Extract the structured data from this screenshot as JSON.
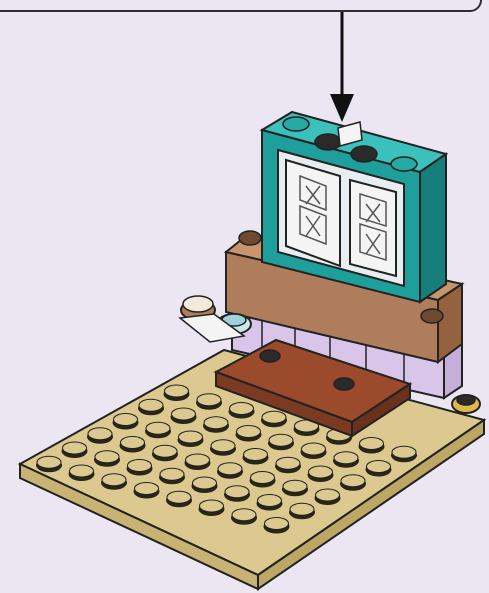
{
  "diagram": {
    "type": "building-instruction-step",
    "background_color": "#ece6f3",
    "callout": {
      "present": true,
      "border_color": "#2e2e2e"
    },
    "arrow": {
      "color": "#111111",
      "direction": "down"
    },
    "model": {
      "baseplate": {
        "color": "#dcc98f",
        "studs_per_side": 8
      },
      "colors": {
        "frame": "#1f9f9b",
        "window_pane": "#f4f4f4",
        "brown_brick": "#b07d5c",
        "tile": "#9c4a2c",
        "lavender_brick": "#d9c4ea",
        "dark_stud": "#2a2a2a",
        "gold_stud": "#e0b84a"
      }
    }
  }
}
